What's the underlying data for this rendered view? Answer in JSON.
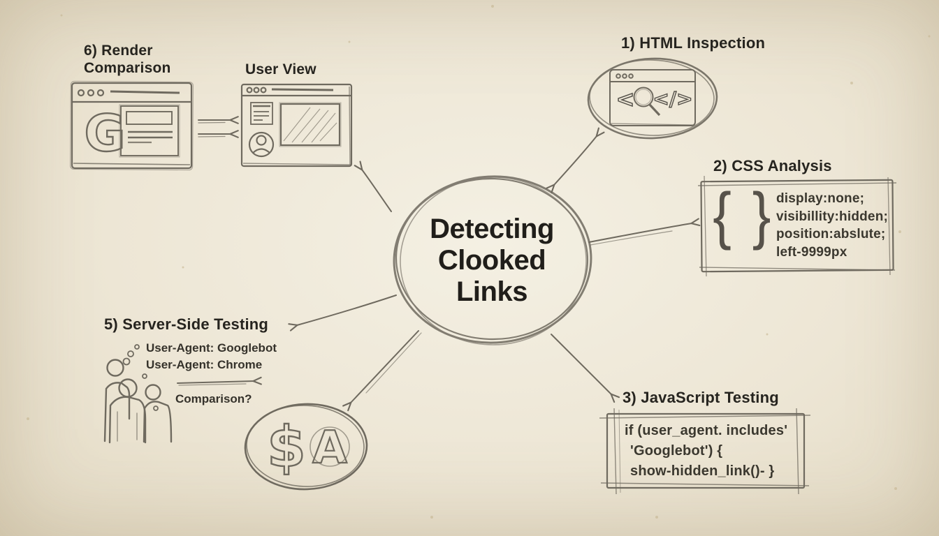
{
  "palette": {
    "paper": "#ede6d5",
    "ink": "#6f6a5f",
    "heading_text": "#26241f",
    "code_text": "#3b382f"
  },
  "center": {
    "title": "Detecting Clooked Links"
  },
  "nodes": {
    "html_inspection": {
      "label": "1) HTML Inspection",
      "left_angle": "<",
      "code_glyph": "</>"
    },
    "css_analysis": {
      "label": "2) CSS Analysis",
      "braces": "{ }",
      "lines": [
        "display:none;",
        "visibillity:hidden;",
        "position:abslute;",
        "left-9999px"
      ]
    },
    "javascript_testing": {
      "label": "3) JavaScript Testing",
      "lines": [
        "if (user_agent. includes'",
        "'Googlebot')  {",
        "show-hidden_link()- }"
      ]
    },
    "money_ads": {
      "dollar": "$",
      "letter_a": "A"
    },
    "server_side": {
      "label": "5) Server-Side Testing",
      "ua_lines": [
        "User-Agent: Googlebot",
        "User-Agent: Chrome"
      ],
      "question": "Comparison?"
    },
    "render_comparison": {
      "label": "6) Render Comparison",
      "google_letter": "G"
    },
    "user_view": {
      "label": "User View"
    }
  }
}
